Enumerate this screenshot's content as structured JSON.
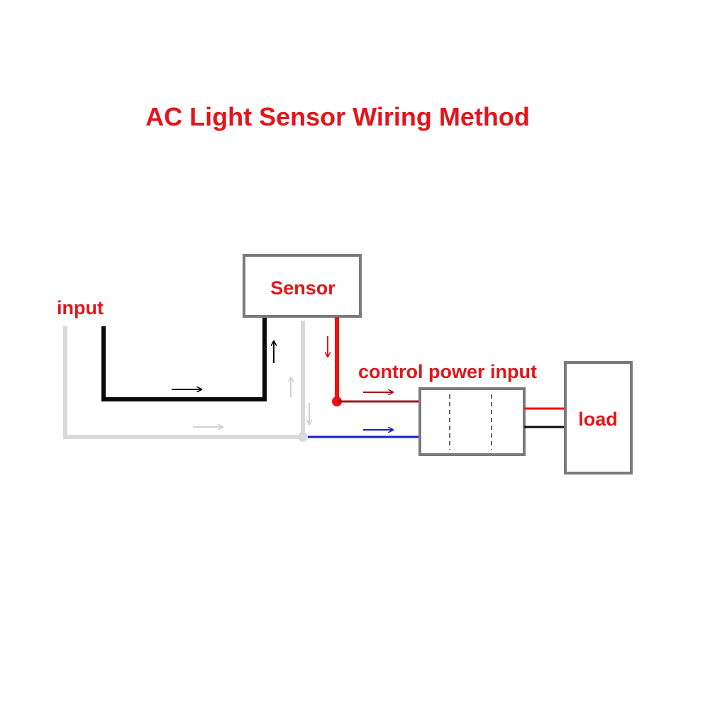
{
  "title": "AC Light Sensor Wiring Method",
  "labels": {
    "input": "input",
    "sensor": "Sensor",
    "control_power_input": "control power input",
    "load": "load"
  },
  "colors": {
    "title": "#e3141b",
    "label": "#e3141b",
    "live_wire": "#0a0a0a",
    "neutral_wire": "#d9d9d9",
    "sensor_output_wire": "#ee1111",
    "control_wire": "#a01818",
    "blue_wire": "#1a1ad6",
    "box_border": "#7a7a7a",
    "load_wire_red": "#ee1111",
    "load_wire_black": "#0a0a0a"
  }
}
